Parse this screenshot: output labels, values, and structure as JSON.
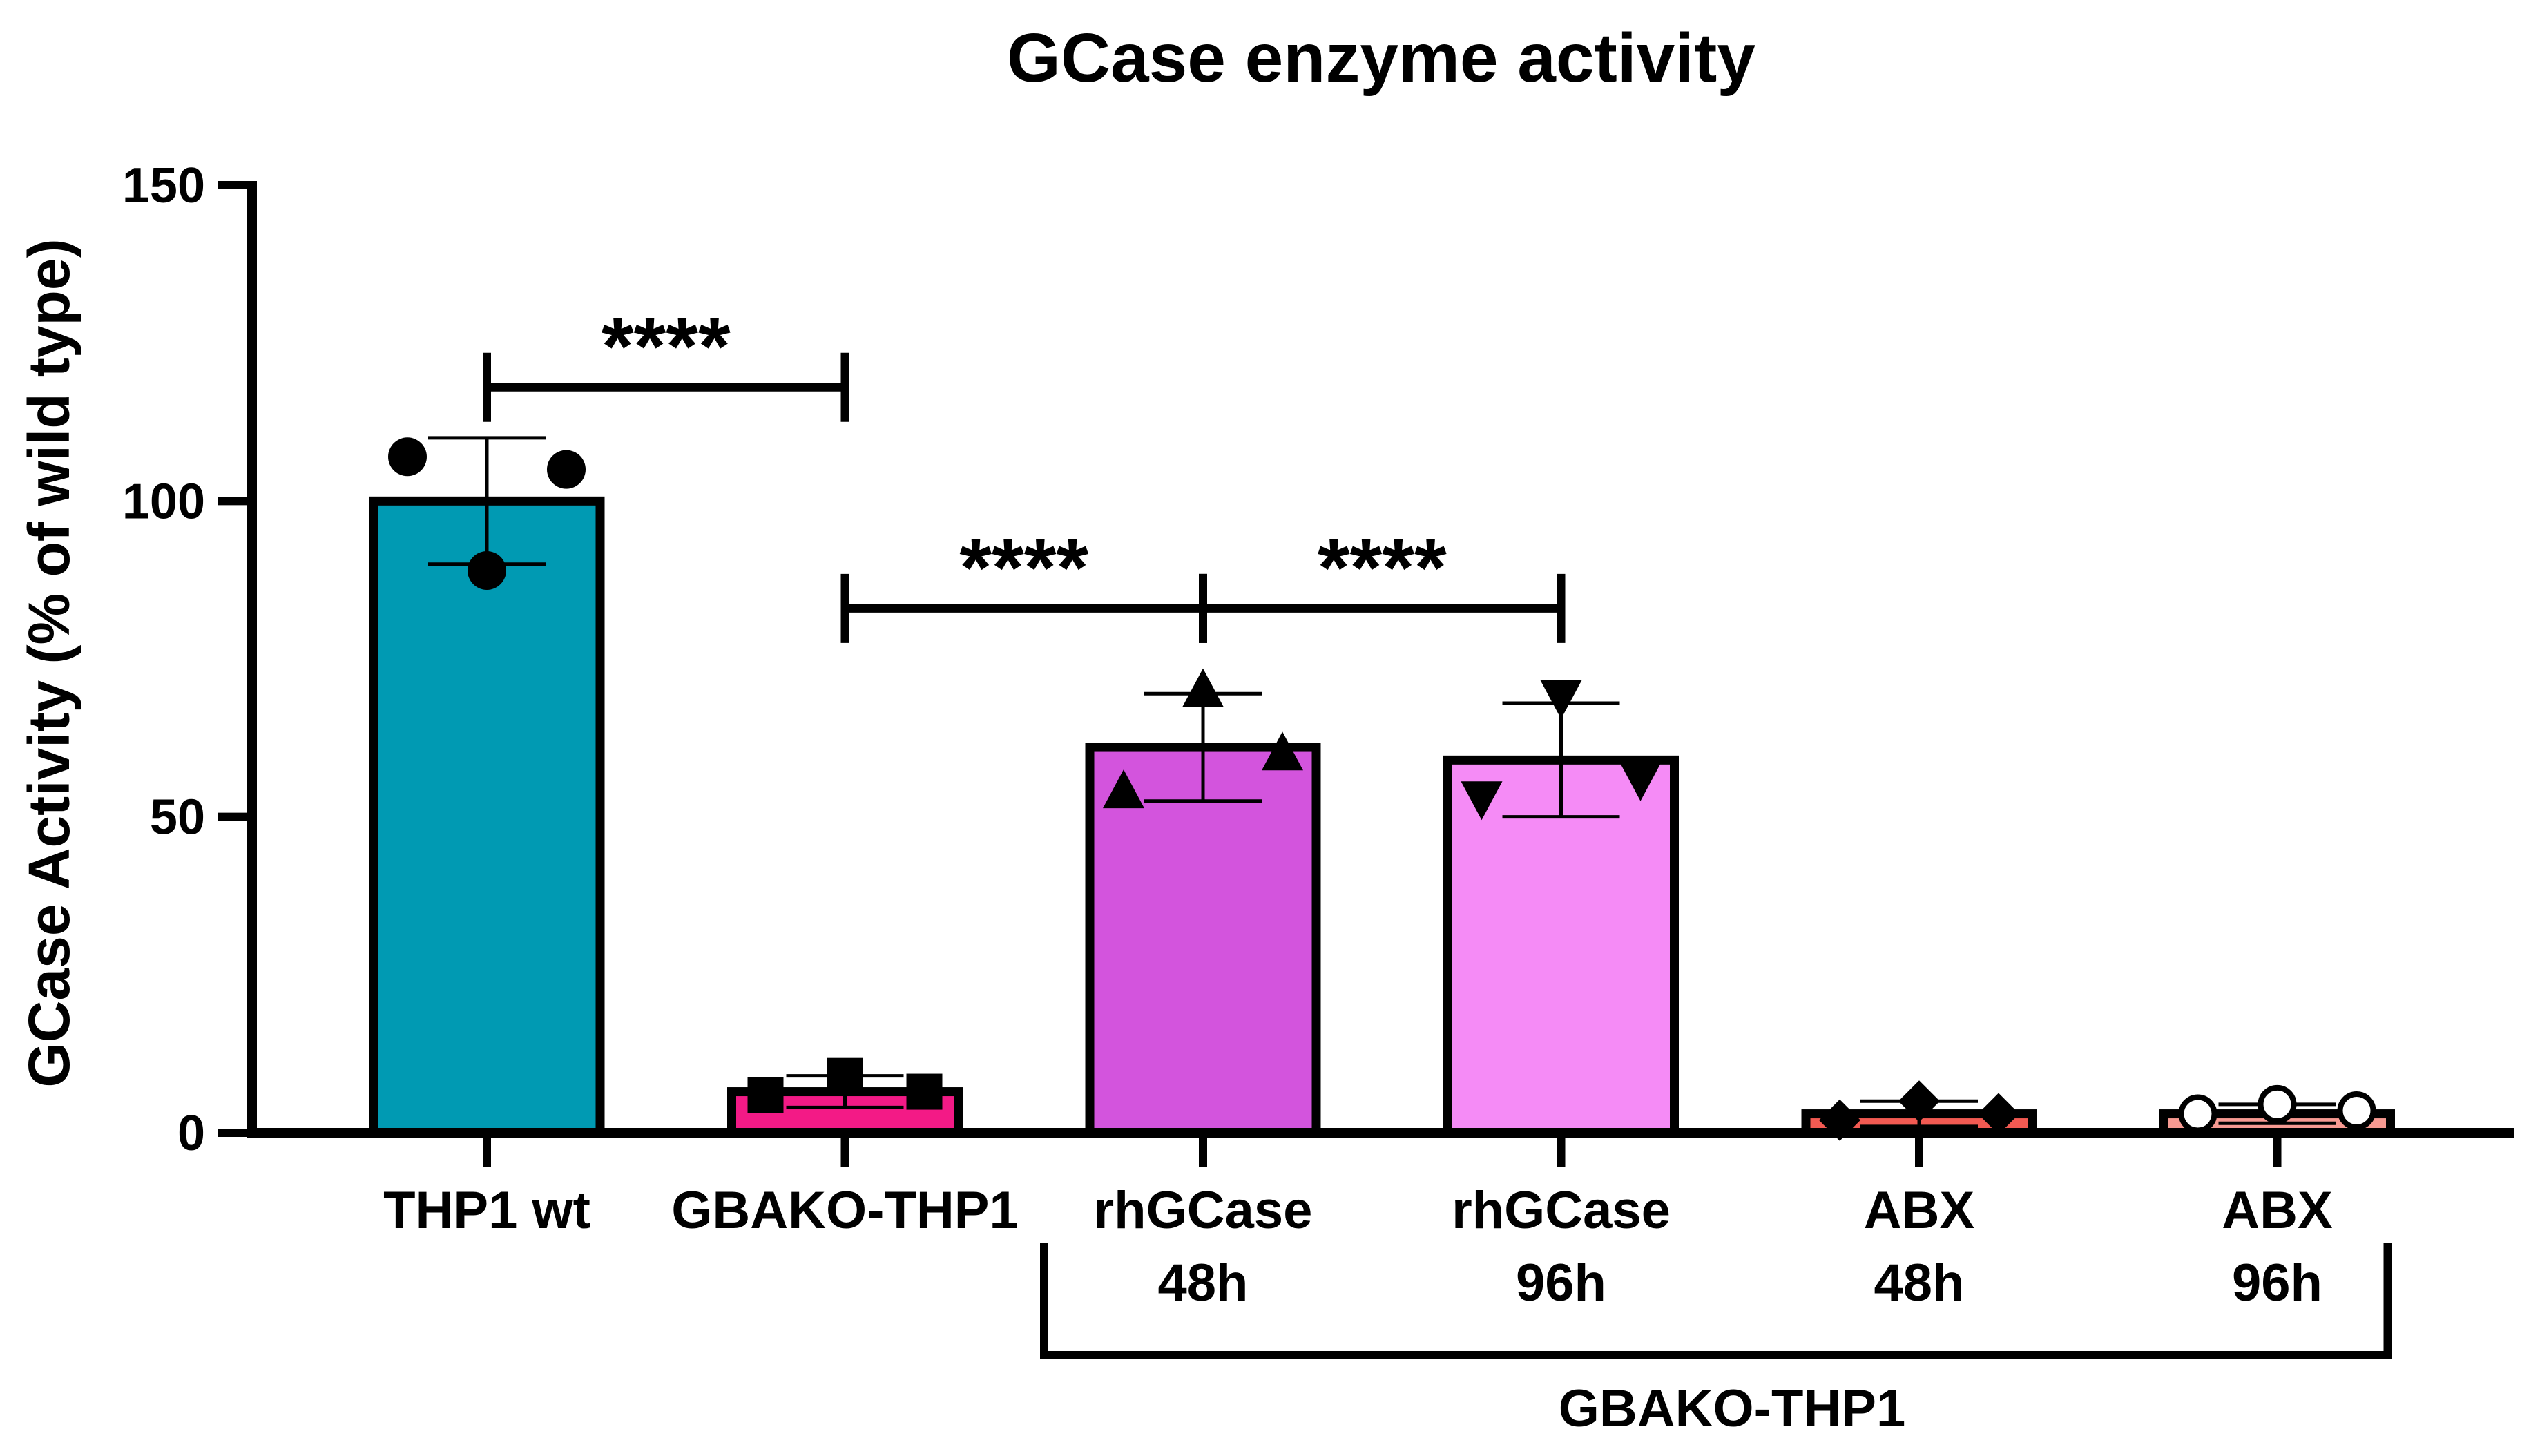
{
  "chart_data": {
    "type": "bar",
    "title": "GCase enzyme activity",
    "xlabel": "",
    "ylabel": "GCase Activity (% of wild type)",
    "ylim": [
      0,
      150
    ],
    "yticks": [
      0,
      50,
      100,
      150
    ],
    "grid": false,
    "categories": [
      [
        "THP1 wt"
      ],
      [
        "GBAKO-THP1"
      ],
      [
        "rhGCase",
        "48h"
      ],
      [
        "rhGCase",
        "96h"
      ],
      [
        "ABX",
        "48h"
      ],
      [
        "ABX",
        "96h"
      ]
    ],
    "values": [
      100,
      6.5,
      61,
      59,
      3,
      3
    ],
    "errors": [
      10,
      2.5,
      8.5,
      9,
      2,
      1.5
    ],
    "points": [
      [
        107,
        89,
        105
      ],
      [
        6,
        9,
        6.5
      ],
      [
        54,
        70,
        60
      ],
      [
        53,
        69,
        56
      ],
      [
        2,
        5,
        3
      ],
      [
        3,
        4.5,
        3.5
      ]
    ],
    "markers": [
      "circle",
      "square",
      "triangle-up",
      "triangle-down",
      "diamond",
      "open-circle"
    ],
    "colors": [
      "#009ab3",
      "#f31a86",
      "#d354dd",
      "#f58bf6",
      "#f25a52",
      "#f79a92"
    ],
    "significance": [
      {
        "from": 0,
        "to": 1,
        "y": 118,
        "label": "****"
      },
      {
        "from": 1,
        "to": 2,
        "y": 83,
        "label": "****"
      },
      {
        "from": 2,
        "to": 3,
        "y": 83,
        "label": "****"
      }
    ],
    "group_bracket": {
      "from": 2,
      "to": 5,
      "label": "GBAKO-THP1"
    }
  }
}
